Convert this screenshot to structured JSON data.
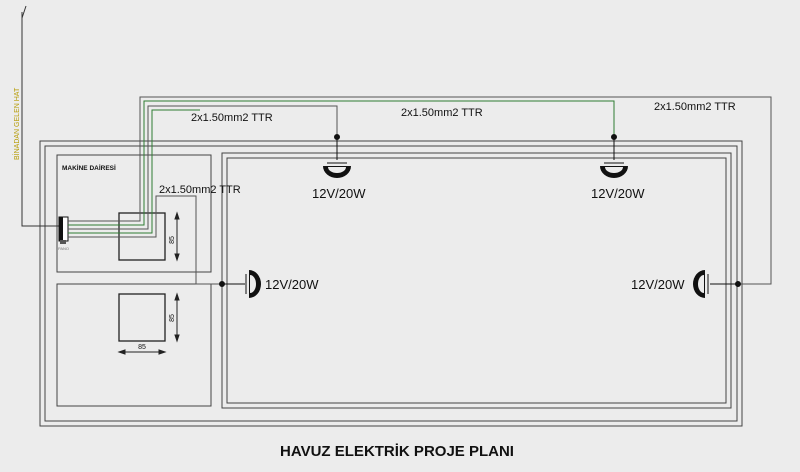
{
  "title": "HAVUZ ELEKTRİK PROJE PLANI",
  "incoming_line_label": "BİNADAN GELEN HAT",
  "machine_room_label": "MAKİNE DAİRESİ",
  "cables": [
    {
      "label": "2x1.50mm2 TTR"
    },
    {
      "label": "2x1.50mm2 TTR"
    },
    {
      "label": "2x1.50mm2 TTR"
    },
    {
      "label": "2x1.50mm2 TTR"
    }
  ],
  "lamps": [
    {
      "label": "12V/20W"
    },
    {
      "label": "12V/20W"
    },
    {
      "label": "12V/20W"
    },
    {
      "label": "12V/20W"
    }
  ],
  "dimensions": {
    "box_top_height": "85",
    "box_bottom_height": "85",
    "box_bottom_width": "85"
  },
  "panel_tag": "PANO",
  "colors": {
    "background": "#ececec",
    "wall_line": "#2e7d32",
    "incoming_line": "#b59a00",
    "ink": "#111111"
  }
}
